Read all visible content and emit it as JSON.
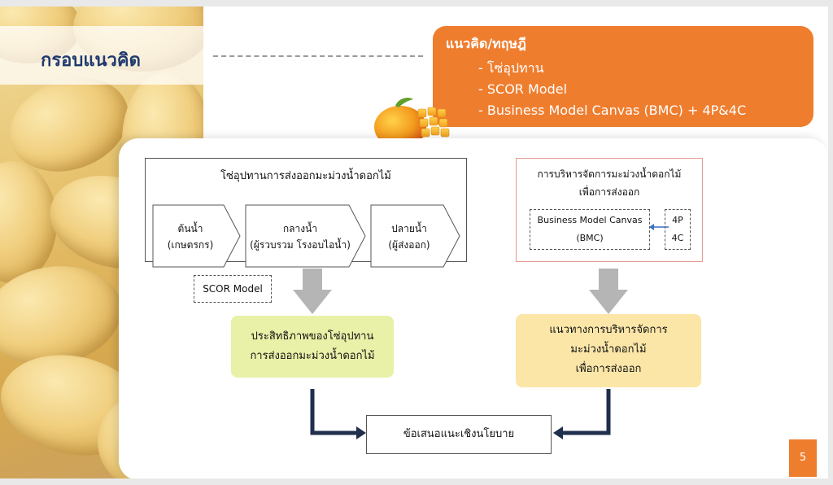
{
  "slide": {
    "title": "กรอบแนวคิด",
    "page_number": "5"
  },
  "theory": {
    "title": "แนวคิด/ทฤษฎี",
    "items": [
      "- โซ่อุปทาน",
      "- SCOR Model",
      "- Business Model Canvas (BMC) + 4P&4C"
    ]
  },
  "supply_chain": {
    "title": "โซ่อุปทานการส่งออกมะม่วงน้ำดอกไม้",
    "stages": [
      {
        "line1": "ต้นน้ำ",
        "line2": "(เกษตรกร)"
      },
      {
        "line1": "กลางน้ำ",
        "line2": "(ผู้รวบรวม โรงอบไอน้ำ)"
      },
      {
        "line1": "ปลายน้ำ",
        "line2": "(ผู้ส่งออก)"
      }
    ]
  },
  "management": {
    "title_line1": "การบริหารจัดการมะม่วงน้ำดอกไม้",
    "title_line2": "เพื่อการส่งออก",
    "bmc_line1": "Business Model Canvas",
    "bmc_line2": "(BMC)",
    "fourp": "4P",
    "fourc": "4C"
  },
  "scor_label": "SCOR Model",
  "efficiency": {
    "line1": "ประสิทธิภาพของโซ่อุปทาน",
    "line2": "การส่งออกมะม่วงน้ำดอกไม้"
  },
  "guideline": {
    "line1": "แนวทางการบริหารจัดการ",
    "line2": "มะม่วงน้ำดอกไม้",
    "line3": "เพื่อการส่งออก"
  },
  "policy": "ข้อเสนอแนะเชิงนโยบาย",
  "colors": {
    "accent_orange": "#ef7d2e",
    "title_navy": "#1f3a6e",
    "green_box": "#e9f0a8",
    "yellow_box": "#fbe6a8",
    "arrow_gray": "#b5b5b5",
    "connector_navy": "#1f2f4d"
  }
}
